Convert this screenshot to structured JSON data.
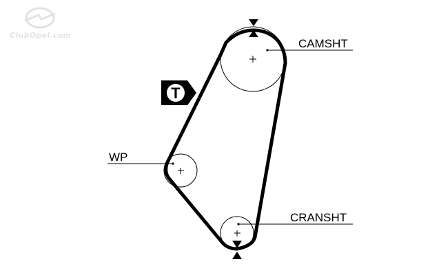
{
  "watermark": {
    "text": "ClubOpel.com",
    "logo_icon": "opel-blitz-logo-icon"
  },
  "labels": {
    "camshaft": "CAMSHT",
    "water_pump": "WP",
    "crankshaft": "CRANSHT"
  },
  "tensioner": {
    "letter": "T",
    "icon": "tensioner-marker-icon"
  },
  "colors": {
    "line": "#000000",
    "background": "#ffffff",
    "watermark": "#e4e4e4"
  }
}
